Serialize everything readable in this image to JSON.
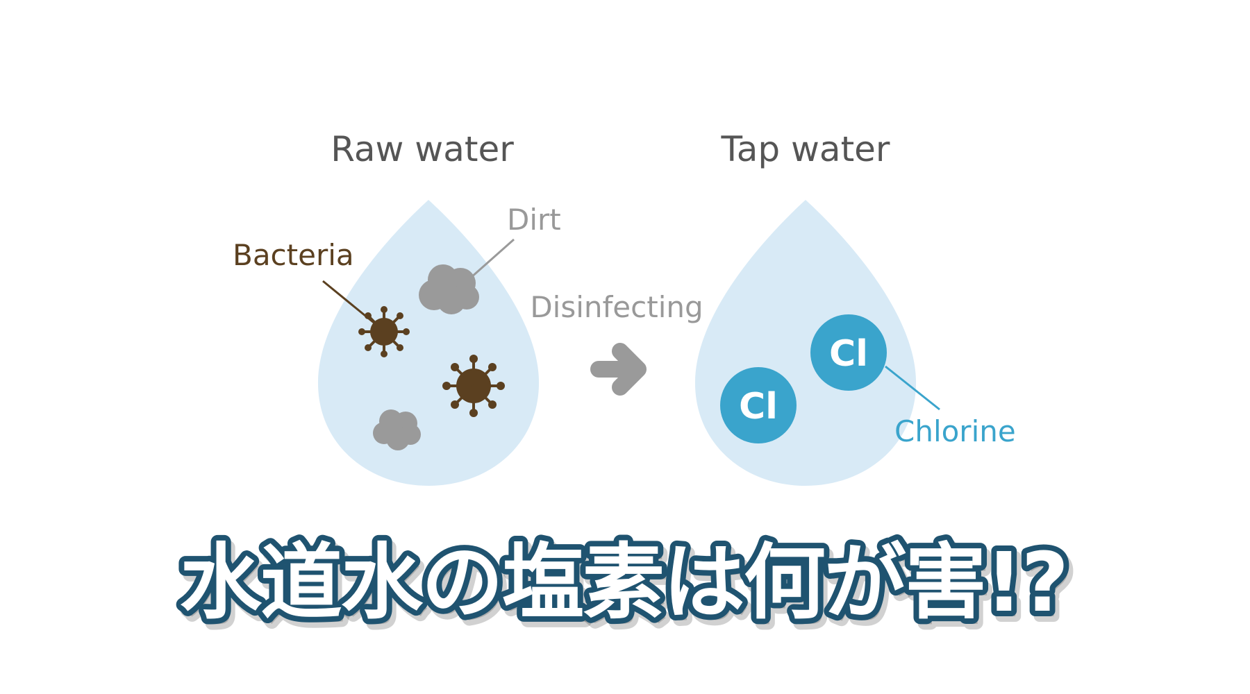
{
  "diagram": {
    "raw_title": "Raw water",
    "tap_title": "Tap water",
    "process_label": "Disinfecting",
    "labels": {
      "dirt": "Dirt",
      "bacteria": "Bacteria",
      "chlorine": "Chlorine"
    },
    "chlorine_symbol": "Cl"
  },
  "headline": "水道水の塩素は何が害!?",
  "colors": {
    "drop": "#d8eaf6",
    "bacteria": "#5b4020",
    "dirt": "#9a9a9a",
    "chlorine": "#3aa4cc",
    "arrow": "#9a9a9a",
    "headline_fill": "#ffffff",
    "headline_outline": "#1f5370"
  },
  "icons": [
    "raw-water-drop",
    "tap-water-drop",
    "bacteria-icon",
    "dirt-cloud-icon",
    "chlorine-atom-icon",
    "arrow-right-icon"
  ]
}
